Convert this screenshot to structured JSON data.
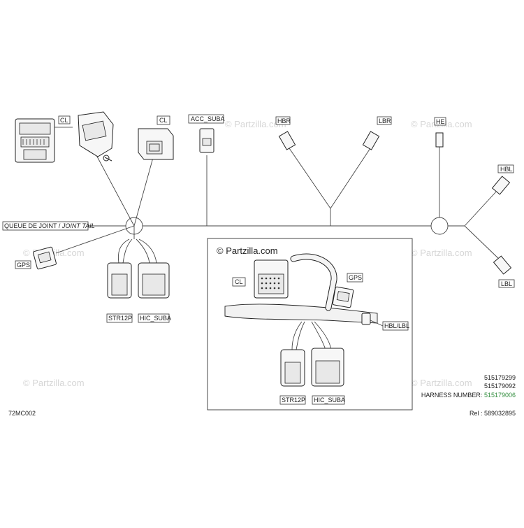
{
  "watermark": "© Partzilla.com",
  "inset_brand": "© Partzilla.com",
  "labels": {
    "cl_top_left": "CL",
    "cl_top": "CL",
    "acc_suba": "ACC_SUBA",
    "hbr": "HBR",
    "lbr": "LBR",
    "he": "HE",
    "hbl": "HBL",
    "lbl": "LBL",
    "gps_left": "GPS",
    "joint_tail_fr": "QUEUE DE JOINT / ",
    "joint_tail_en": "JOINT TAIL",
    "str12p": "STR12P",
    "hic_suba": "HIC_SUBA",
    "inset_cl": "CL",
    "inset_gps": "GPS",
    "inset_hbl_lbl": "HBL/LBL",
    "inset_str12p": "STR12P",
    "inset_hic_suba": "HIC_SUBA"
  },
  "part_numbers": [
    {
      "value": "515179299",
      "color": "#8b2a2a"
    },
    {
      "value": "515179092",
      "color": "#8b2a2a"
    },
    {
      "value": "515179006",
      "color": "#2e8b3a"
    }
  ],
  "harness_label": "HARNESS NUMBER: ",
  "figure_code": "72MC002",
  "reference": "Rel : 589032895"
}
